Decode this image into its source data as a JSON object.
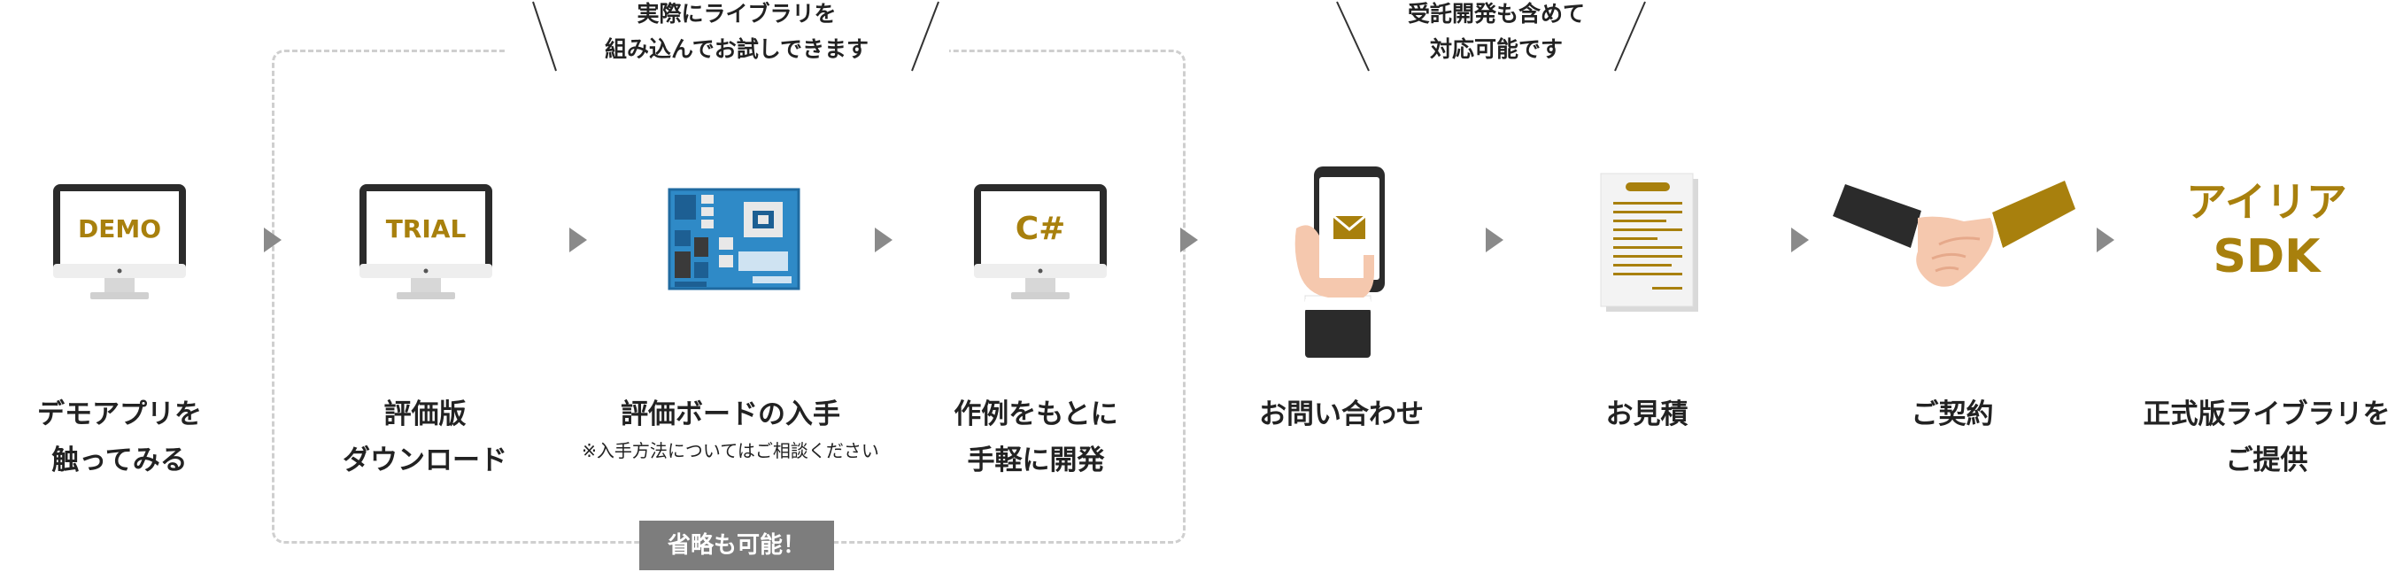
{
  "notes": {
    "left": {
      "line1": "実際にライブラリを",
      "line2": "組み込んでお試しできます"
    },
    "right": {
      "line1": "受託開発も含めて",
      "line2": "対応可能です"
    }
  },
  "badge": "省略も可能！",
  "monitors": {
    "demo": "DEMO",
    "trial": "TRIAL",
    "csharp": "C#"
  },
  "sdk": {
    "line1": "アイリア",
    "line2": "SDK"
  },
  "steps": [
    {
      "line1": "デモアプリを",
      "line2": "触ってみる"
    },
    {
      "line1": "評価版",
      "line2": "ダウンロード"
    },
    {
      "line1": "評価ボードの入手",
      "sub": "※入手方法についてはご相談ください"
    },
    {
      "line1": "作例をもとに",
      "line2": "手軽に開発"
    },
    {
      "line1": "お問い合わせ"
    },
    {
      "line1": "お見積"
    },
    {
      "line1": "ご契約"
    },
    {
      "line1": "正式版ライブラリを",
      "line2": "ご提供"
    }
  ],
  "colors": {
    "gold": "#a8800d",
    "dark": "#2b2b2b",
    "gray": "#8a8a8a",
    "board": "#2f8ac7"
  }
}
